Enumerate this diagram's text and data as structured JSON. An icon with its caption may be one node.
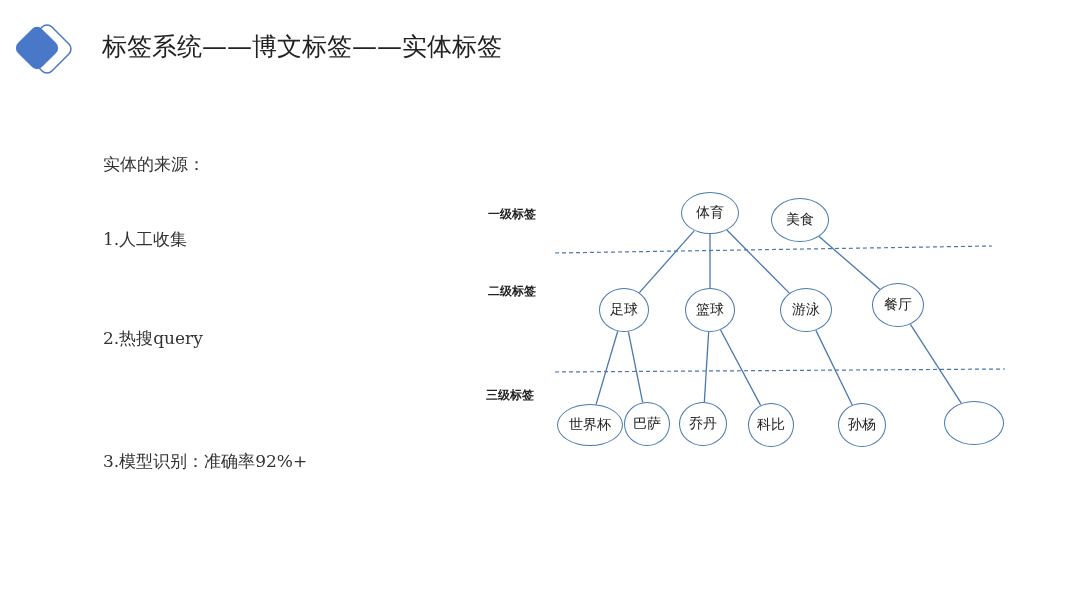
{
  "diagram": {
    "title": "标签系统——博文标签——实体标签",
    "nodes": [
      {
        "text": [
          "体育"
        ]
      },
      {
        "text": [
          "美食"
        ]
      },
      {
        "text": [
          "足球"
        ]
      },
      {
        "text": [
          "篮球"
        ]
      },
      {
        "text": [
          "游泳"
        ]
      },
      {
        "text": [
          "餐厅"
        ]
      },
      {
        "text": [
          "世界杯"
        ]
      },
      {
        "text": [
          "巴萨"
        ]
      },
      {
        "text": [
          "乔丹"
        ]
      },
      {
        "text": [
          "科比"
        ]
      },
      {
        "text": [
          "孙杨"
        ]
      },
      {
        "text": [],
        "shape": "ellipse"
      }
    ],
    "edges": [
      {
        "from": 0,
        "to": 2,
        "arrow": "none"
      },
      {
        "from": 0,
        "to": 3,
        "arrow": "none"
      },
      {
        "from": 0,
        "to": 4,
        "arrow": "none"
      },
      {
        "from": 1,
        "to": 5,
        "arrow": "none"
      },
      {
        "from": 2,
        "to": 6,
        "arrow": "none"
      },
      {
        "from": 2,
        "to": 7,
        "arrow": "none"
      },
      {
        "from": 3,
        "to": 8,
        "arrow": "none"
      },
      {
        "from": 3,
        "to": 9,
        "arrow": "none"
      },
      {
        "from": 4,
        "to": 10,
        "arrow": "none"
      },
      {
        "from": 5,
        "to": 11,
        "arrow": "none"
      }
    ],
    "labels": [
      "实体的来源：",
      "1.人工收集",
      "2.热搜query",
      "3.模型识别：准确率92%+",
      "一级标签",
      "二级标签",
      "三级标签"
    ]
  }
}
